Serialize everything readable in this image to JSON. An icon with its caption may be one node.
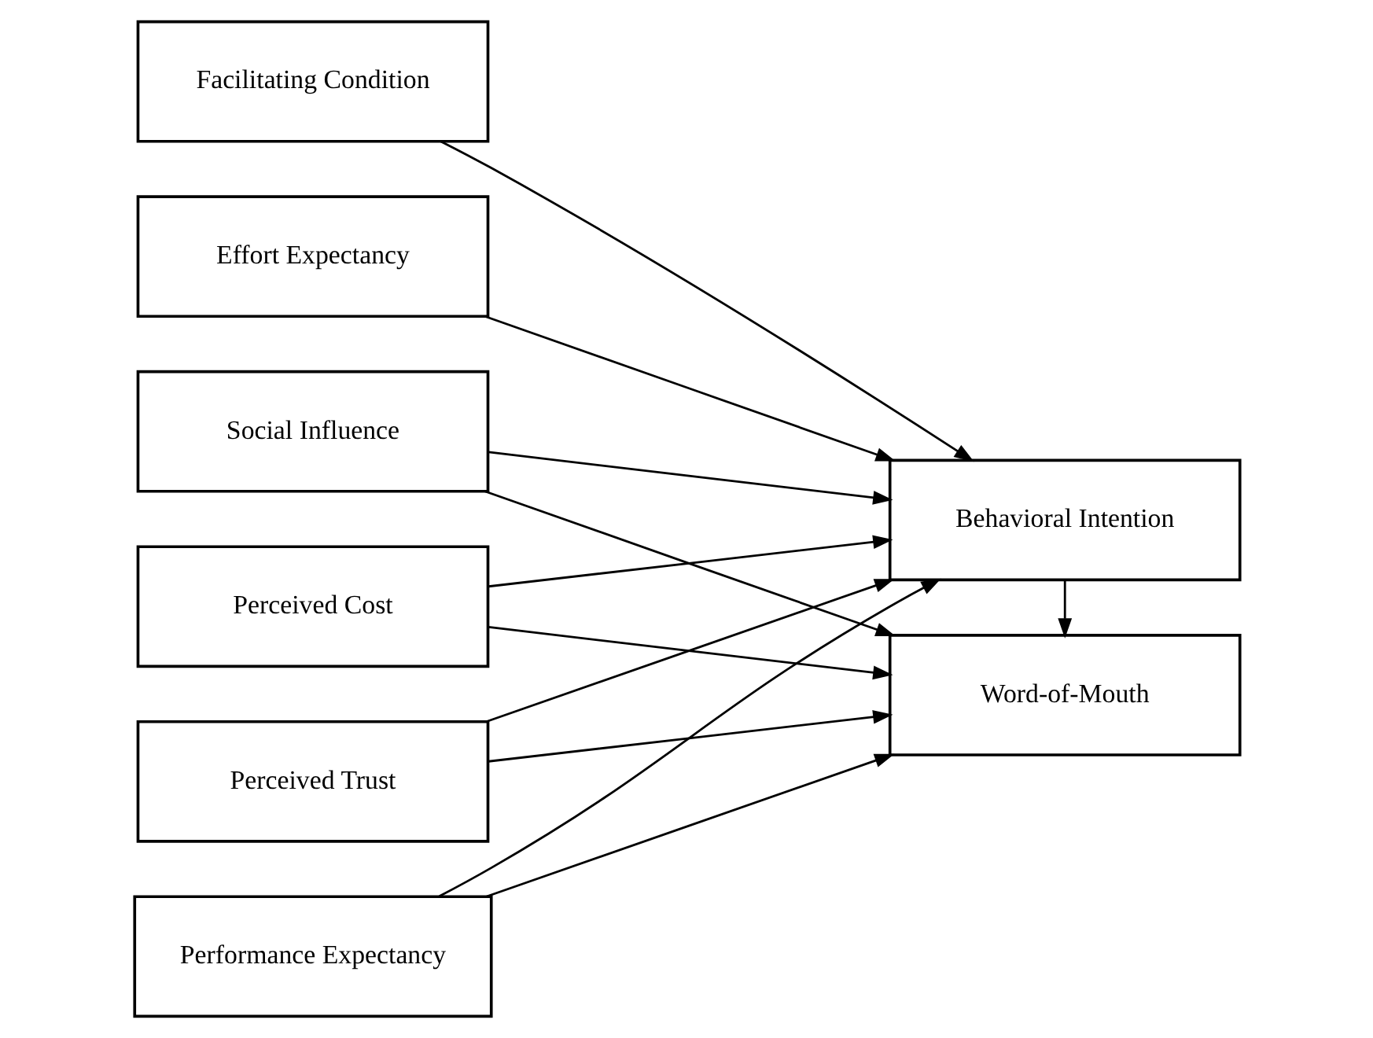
{
  "diagram": {
    "nodes": [
      {
        "text": [
          "Facilitating Condition"
        ]
      },
      {
        "text": [
          "Effort Expectancy"
        ]
      },
      {
        "text": [
          "Social Influence"
        ]
      },
      {
        "text": [
          "Perceived Cost"
        ]
      },
      {
        "text": [
          "Perceived Trust"
        ]
      },
      {
        "text": [
          "Performance Expectancy"
        ]
      },
      {
        "text": [
          "Behavioral Intention"
        ]
      },
      {
        "text": [
          "Word-of-Mouth"
        ]
      }
    ],
    "edges": [
      {
        "from": 0,
        "to": 6,
        "arrow": "to"
      },
      {
        "from": 1,
        "to": 6,
        "arrow": "to"
      },
      {
        "from": 2,
        "to": 6,
        "arrow": "to"
      },
      {
        "from": 2,
        "to": 7,
        "arrow": "to"
      },
      {
        "from": 3,
        "to": 6,
        "arrow": "to"
      },
      {
        "from": 3,
        "to": 7,
        "arrow": "to"
      },
      {
        "from": 4,
        "to": 6,
        "arrow": "to"
      },
      {
        "from": 4,
        "to": 7,
        "arrow": "to"
      },
      {
        "from": 5,
        "to": 6,
        "arrow": "to"
      },
      {
        "from": 5,
        "to": 7,
        "arrow": "to"
      },
      {
        "from": 6,
        "to": 7,
        "arrow": "to"
      }
    ]
  }
}
